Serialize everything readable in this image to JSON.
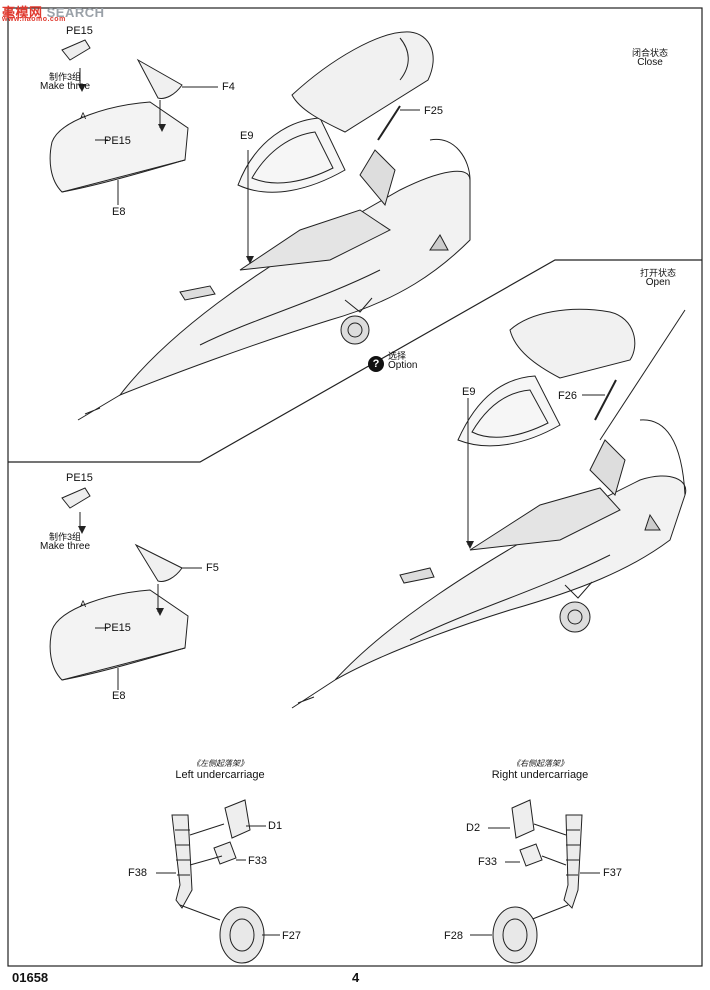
{
  "watermark": {
    "logo_cn": "毫模网",
    "logo_en": "SEARCH",
    "url": "www.haomo.com"
  },
  "page": {
    "code": "01658",
    "number": "4"
  },
  "state_close": {
    "cn": "闭合状态",
    "en": "Close"
  },
  "state_open": {
    "cn": "打开状态",
    "en": "Open"
  },
  "option": {
    "cn": "选择",
    "en": "Option",
    "badge": "?"
  },
  "top_left": {
    "pe15_a": "PE15",
    "make_cn": "制作3组",
    "make_en": "Make three",
    "f4": "F4",
    "pe15_b": "PE15",
    "e8": "E8",
    "arrow_letter": "A"
  },
  "top_main": {
    "e9": "E9",
    "f25": "F25"
  },
  "mid_left": {
    "pe15_a": "PE15",
    "make_cn": "制作3组",
    "make_en": "Make three",
    "f5": "F5",
    "pe15_b": "PE15",
    "e8": "E8",
    "arrow_letter": "A"
  },
  "mid_main": {
    "e9": "E9",
    "f26": "F26"
  },
  "left_undercarriage": {
    "title_cn": "《左侧起落架》",
    "title_en": "Left undercarriage",
    "d1": "D1",
    "f33": "F33",
    "f38": "F38",
    "f27": "F27"
  },
  "right_undercarriage": {
    "title_cn": "《右侧起落架》",
    "title_en": "Right undercarriage",
    "d2": "D2",
    "f33": "F33",
    "f37": "F37",
    "f28": "F28"
  }
}
